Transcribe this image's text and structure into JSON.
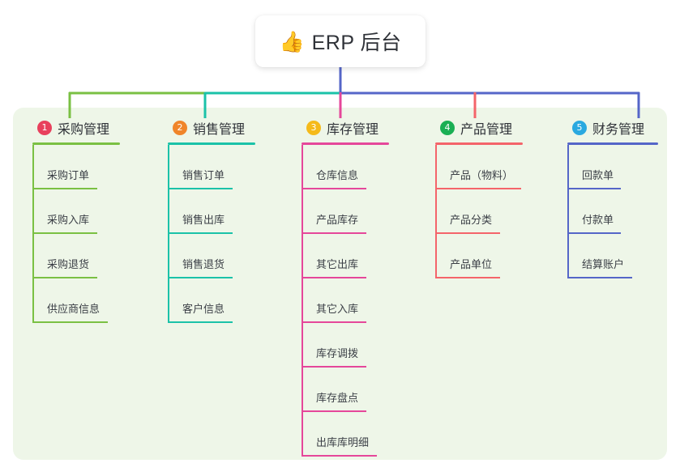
{
  "diagram": {
    "title": "ERP 后台",
    "root": {
      "icon": "thumbs-up-icon",
      "icon_glyph": "👍",
      "label": "ERP 后台"
    },
    "panel_color": "#eef6e8",
    "root_stem_color": "#5566c8",
    "branches": [
      {
        "number": "1",
        "label": "采购管理",
        "badge_color": "#e8405c",
        "line_color": "#7ac043",
        "children": [
          {
            "label": "采购订单"
          },
          {
            "label": "采购入库"
          },
          {
            "label": "采购退货"
          },
          {
            "label": "供应商信息"
          }
        ]
      },
      {
        "number": "2",
        "label": "销售管理",
        "badge_color": "#f0852a",
        "line_color": "#1bc2a8",
        "children": [
          {
            "label": "销售订单"
          },
          {
            "label": "销售出库"
          },
          {
            "label": "销售退货"
          },
          {
            "label": "客户信息"
          }
        ]
      },
      {
        "number": "3",
        "label": "库存管理",
        "badge_color": "#f5ba1a",
        "line_color": "#e5479a",
        "children": [
          {
            "label": "仓库信息"
          },
          {
            "label": "产品库存"
          },
          {
            "label": "其它出库"
          },
          {
            "label": "其它入库"
          },
          {
            "label": "库存调拨"
          },
          {
            "label": "库存盘点"
          },
          {
            "label": "出库库明细"
          }
        ]
      },
      {
        "number": "4",
        "label": "产品管理",
        "badge_color": "#1aaf54",
        "line_color": "#f4646a",
        "children": [
          {
            "label": "产品（物料）"
          },
          {
            "label": "产品分类"
          },
          {
            "label": "产品单位"
          }
        ]
      },
      {
        "number": "5",
        "label": "财务管理",
        "badge_color": "#2aa9e0",
        "line_color": "#5566c8",
        "children": [
          {
            "label": "回款单"
          },
          {
            "label": "付款单"
          },
          {
            "label": "结算账户"
          }
        ]
      }
    ]
  }
}
